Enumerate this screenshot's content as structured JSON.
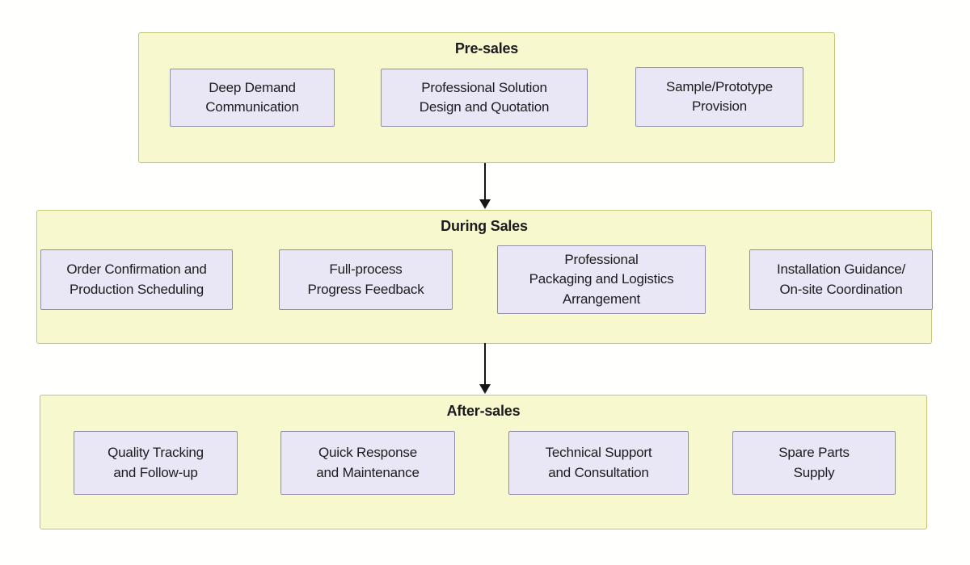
{
  "palette": {
    "page-bg": "#fffffe",
    "stage-fill": "#f8f8cf",
    "stage-border": "#c3c37c",
    "node-fill": "#e9e7f5",
    "node-border": "#8f8da9",
    "text": "#1c1c1e",
    "arrow": "#161616"
  },
  "stages": [
    {
      "title": "Pre-sales",
      "items": [
        {
          "label": "Deep Demand\nCommunication"
        },
        {
          "label": "Professional Solution\nDesign and Quotation"
        },
        {
          "label": "Sample/Prototype\nProvision"
        }
      ]
    },
    {
      "title": "During Sales",
      "items": [
        {
          "label": "Order Confirmation and\nProduction Scheduling"
        },
        {
          "label": "Full-process\nProgress Feedback"
        },
        {
          "label": "Professional\nPackaging and Logistics\nArrangement"
        },
        {
          "label": "Installation Guidance/\nOn-site Coordination"
        }
      ]
    },
    {
      "title": "After-sales",
      "items": [
        {
          "label": "Quality Tracking\nand Follow-up"
        },
        {
          "label": "Quick Response\nand Maintenance"
        },
        {
          "label": "Technical Support\nand Consultation"
        },
        {
          "label": "Spare Parts\nSupply"
        }
      ]
    }
  ],
  "connectors": [
    {
      "from": "Pre-sales",
      "to": "During Sales"
    },
    {
      "from": "During Sales",
      "to": "After-sales"
    }
  ]
}
